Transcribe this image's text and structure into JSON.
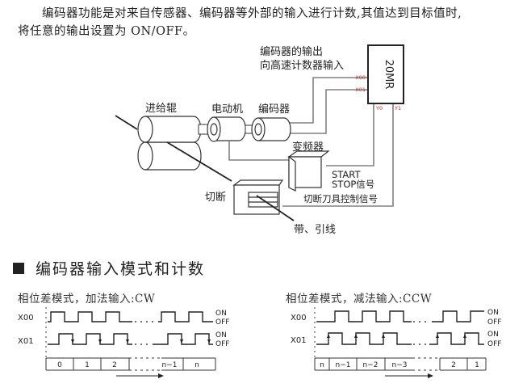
{
  "intro": {
    "line1": "编码器功能是对来自传感器、编码器等外部的输入进行计数,其值达到目标值时,",
    "line2": "将任意的输出设置为 ON/OFF。"
  },
  "system_diagram": {
    "plc_model": "20MR",
    "plc_inputs": [
      "X00",
      "X01"
    ],
    "plc_outputs": [
      "Y0",
      "Y1"
    ],
    "encoder_output_label_line1": "编码器的输出",
    "encoder_output_label_line2": "向高速计数器输入",
    "feed_roller": "进给辊",
    "motor": "电动机",
    "encoder": "编码器",
    "inverter": "变频器",
    "start_stop_line1": "START",
    "start_stop_line2": "STOP信号",
    "cutter": "切断",
    "cutter_signal": "切断刀具控制信号",
    "tape": "带、引线"
  },
  "section": {
    "title": "编码器输入模式和计数"
  },
  "timing_cw": {
    "title": "相位差模式，加法输入:CW",
    "signals": [
      "X00",
      "X01"
    ],
    "on_label": "ON",
    "off_label": "OFF",
    "counts": [
      "0",
      "1",
      "2",
      "n−1",
      "n"
    ]
  },
  "timing_ccw": {
    "title": "相位差模式，减法输入:CCW",
    "signals": [
      "X00",
      "X01"
    ],
    "on_label": "ON",
    "off_label": "OFF",
    "counts": [
      "n",
      "n−1",
      "n−2",
      "n−3",
      "2",
      "1"
    ]
  },
  "colors": {
    "line": "#808080",
    "dark": "#222222",
    "plc_port": "#cc2222"
  }
}
